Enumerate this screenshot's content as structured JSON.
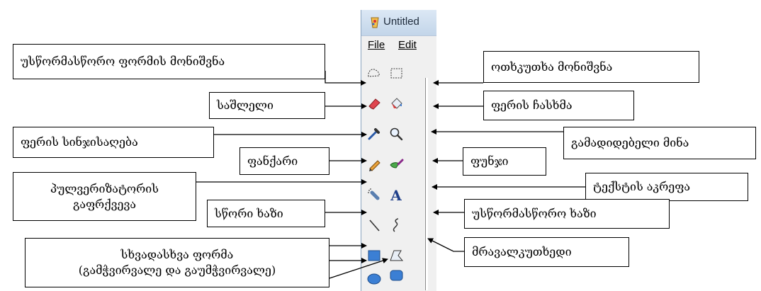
{
  "window": {
    "title": "Untitled",
    "menu": [
      {
        "label": "File"
      },
      {
        "label": "Edit"
      }
    ]
  },
  "callouts": {
    "free_select": "უსწორმასწორო ფორმის მონიშვნა",
    "rect_select": "ოთხკუთხა მონიშვნა",
    "eraser": "საშლელი",
    "fill": "ფერის ჩასხმა",
    "color_picker": "ფერის სინჯისაღება",
    "magnifier": "გამადიდებელი მინა",
    "pencil": "ფანქარი",
    "brush": "ფუნჯი",
    "airbrush_line1": "პულვერიზატორის",
    "airbrush_line2": "გაფრქვევა",
    "text": "ტექსტის აკრეფა",
    "line": "სწორი ხაზი",
    "curve": "უსწორმასწორო ხაზი",
    "shapes_line1": "სხვადასხვა ფორმა",
    "shapes_line2": "(გამჭვირვალე და გაუმჭვირვალე)",
    "polygon": "მრავალკუთხედი"
  },
  "tools": [
    {
      "name": "free-form-select",
      "icon": "free-select-icon"
    },
    {
      "name": "rectangle-select",
      "icon": "rect-select-icon"
    },
    {
      "name": "eraser",
      "icon": "eraser-icon"
    },
    {
      "name": "fill-with-color",
      "icon": "paint-bucket-icon"
    },
    {
      "name": "pick-color",
      "icon": "eyedropper-icon"
    },
    {
      "name": "magnifier",
      "icon": "magnifier-icon"
    },
    {
      "name": "pencil",
      "icon": "pencil-icon"
    },
    {
      "name": "brush",
      "icon": "brush-icon"
    },
    {
      "name": "airbrush",
      "icon": "airbrush-icon"
    },
    {
      "name": "text",
      "icon": "text-icon"
    },
    {
      "name": "line",
      "icon": "line-icon"
    },
    {
      "name": "curve",
      "icon": "curve-icon"
    },
    {
      "name": "rectangle",
      "icon": "rectangle-icon"
    },
    {
      "name": "polygon",
      "icon": "polygon-icon"
    },
    {
      "name": "ellipse",
      "icon": "ellipse-icon"
    },
    {
      "name": "rounded-rectangle",
      "icon": "rounded-rectangle-icon"
    }
  ],
  "text_tool_glyph": "A",
  "colors": {
    "eraser": "#e0454f",
    "pencil": "#e9a23b",
    "brush": "#4aa84a",
    "shape_fill": "#3b7fd4",
    "text_tool": "#1f3f8a"
  }
}
